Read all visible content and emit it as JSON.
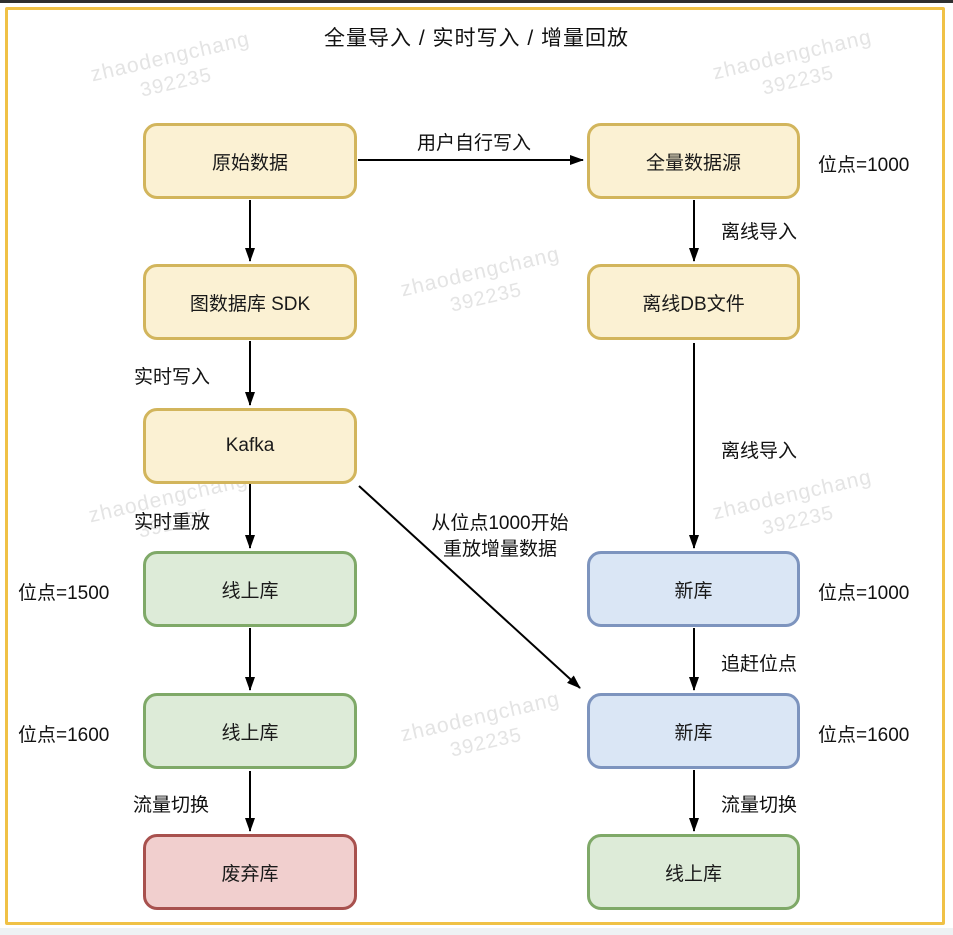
{
  "title": "全量导入 / 实时写入 / 增量回放",
  "watermark": {
    "line1": "zhaodengchang",
    "line2": "392235"
  },
  "colors": {
    "frame": "#F0C146",
    "arrow": "#000000",
    "yellow_fill": "#FBF1D3",
    "yellow_border": "#D2B55C",
    "green_fill": "#DDEBD8",
    "green_border": "#7FA968",
    "blue_fill": "#DAE6F5",
    "blue_border": "#7D94BE",
    "red_fill": "#F1CFCE",
    "red_border": "#A8514E",
    "watermark_gray": "#e4e4e4"
  },
  "nodes": [
    {
      "id": "origin-data",
      "label": "原始数据",
      "type": "yellow"
    },
    {
      "id": "full-datasource",
      "label": "全量数据源",
      "type": "yellow"
    },
    {
      "id": "graph-sdk",
      "label": "图数据库 SDK",
      "type": "yellow"
    },
    {
      "id": "offline-db-file",
      "label": "离线DB文件",
      "type": "yellow"
    },
    {
      "id": "kafka",
      "label": "Kafka",
      "type": "yellow"
    },
    {
      "id": "online-db-1",
      "label": "线上库",
      "type": "green"
    },
    {
      "id": "new-db-1",
      "label": "新库",
      "type": "blue"
    },
    {
      "id": "online-db-2",
      "label": "线上库",
      "type": "green"
    },
    {
      "id": "new-db-2",
      "label": "新库",
      "type": "blue"
    },
    {
      "id": "discarded-db",
      "label": "废弃库",
      "type": "red"
    },
    {
      "id": "online-db-3",
      "label": "线上库",
      "type": "green"
    }
  ],
  "edge_labels": {
    "user_write": "用户自行写入",
    "offline_import": "离线导入",
    "realtime_write": "实时写入",
    "realtime_replay": "实时重放",
    "catch_up": "追赶位点",
    "traffic_switch": "流量切换",
    "replay_line1": "从位点1000开始",
    "replay_line2": "重放增量数据"
  },
  "position_labels": {
    "source_pos": "位点=1000",
    "online1_pos": "位点=1500",
    "online2_pos": "位点=1600",
    "newdb1_pos": "位点=1000",
    "newdb2_pos": "位点=1600"
  }
}
